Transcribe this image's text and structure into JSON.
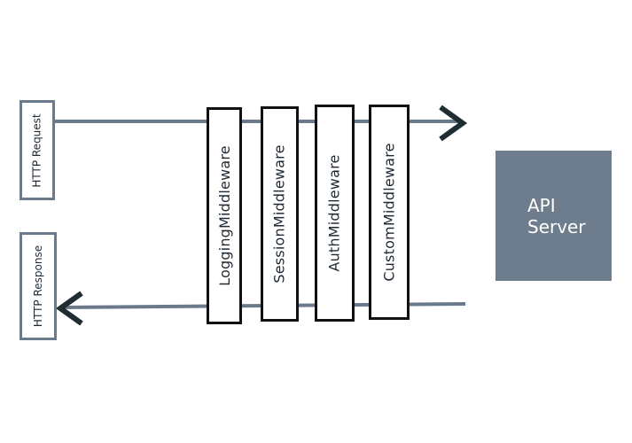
{
  "http_request": {
    "label": "HTTP Request"
  },
  "http_response": {
    "label": "HTTP Response"
  },
  "middlewares": [
    {
      "label": "LoggingMiddleware"
    },
    {
      "label": "SessionMiddleware"
    },
    {
      "label": "AuthMiddleware"
    },
    {
      "label": "CustomMiddleware"
    }
  ],
  "api_server": {
    "line1": "API",
    "line2": "Server"
  },
  "colors": {
    "flow_line": "#6b7a8b",
    "arrow_head": "#1f2d33",
    "server_fill": "#6e7d8e",
    "middleware_border": "#111111"
  }
}
